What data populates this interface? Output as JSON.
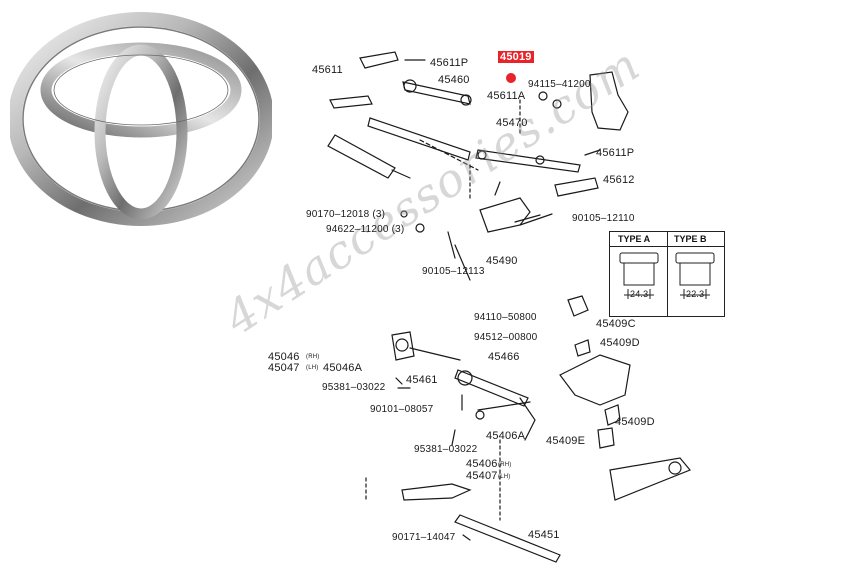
{
  "brand": {
    "logo": "toyota-emblem",
    "metal_color": "#9a9a9a"
  },
  "highlight": {
    "part": "45019",
    "color": "#e8232a"
  },
  "watermark": "4x4accessories.com",
  "legend": {
    "type_a": {
      "title": "TYPE A",
      "dim": "24.3"
    },
    "type_b": {
      "title": "TYPE B",
      "dim": "22.3"
    }
  },
  "labels": {
    "p45611": "45611",
    "p45611p_top": "45611P",
    "p45460": "45460",
    "p45019": "45019",
    "p94115_41200": "94115–41200",
    "p45611a": "45611A",
    "p45470": "45470",
    "p45611p_right": "45611P",
    "p45612": "45612",
    "p90170_12018": "90170–12018 (3)",
    "p94622_11200": "94622–11200 (3)",
    "p90105_12110": "90105–12110",
    "p90105_12113": "90105–12113",
    "p45490": "45490",
    "p94110_50800": "94110–50800",
    "p94512_00800": "94512–00800",
    "p45466": "45466",
    "p45046": "45046",
    "p45046_sub": "(RH)",
    "p45047": "45047",
    "p45047_sub": "(LH)",
    "p45046a": "45046A",
    "p45461": "45461",
    "p95381_03022_a": "95381–03022",
    "p90101_08057": "90101–08057",
    "p45406a": "45406A",
    "p95381_03022_b": "95381–03022",
    "p45406": "45406",
    "p45406_sub": "(RH)",
    "p45407": "45407",
    "p45407_sub": "(LH)",
    "p45409c": "45409C",
    "p45409d_top": "45409D",
    "p45409d_mid": "45409D",
    "p45409e": "45409E",
    "p90171_14047": "90171–14047",
    "p45451": "45451"
  }
}
